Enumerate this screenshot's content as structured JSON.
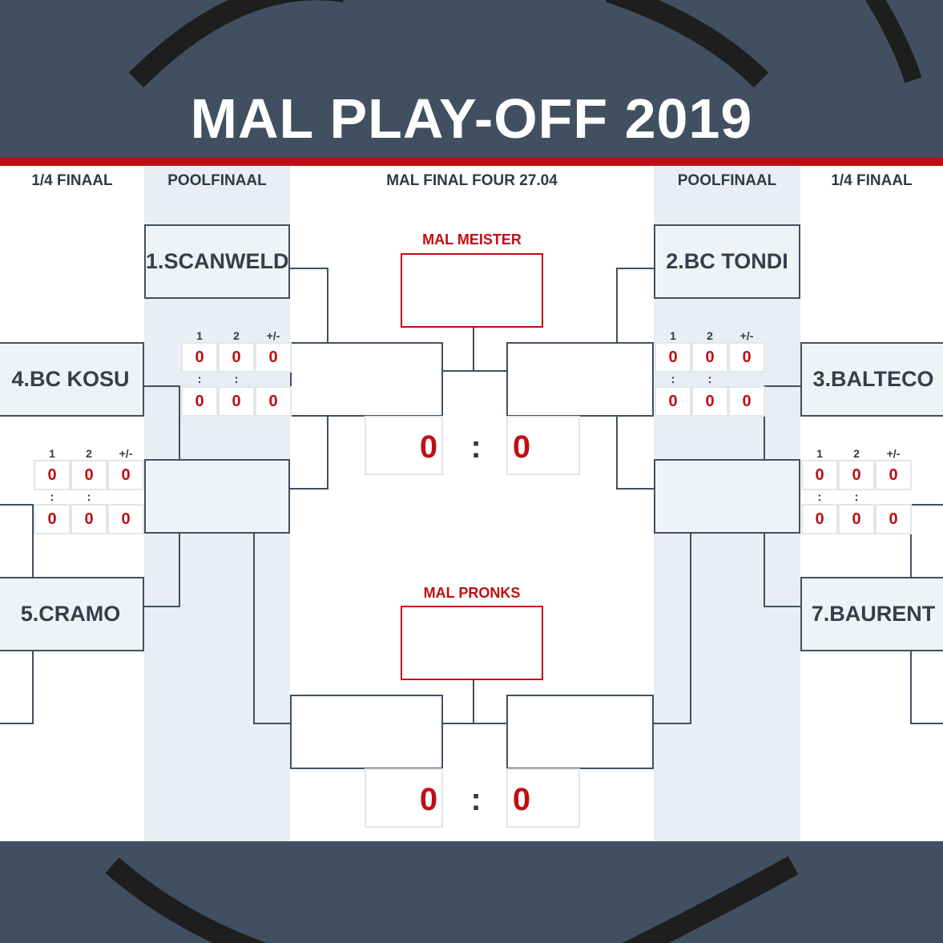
{
  "title": "MAL PLAY-OFF 2019",
  "columns": {
    "left_quarter": "1/4 FINAAL",
    "left_pool": "POOLFINAAL",
    "center": "MAL FINAL FOUR 27.04",
    "right_pool": "POOLFINAAL",
    "right_quarter": "1/4 FINAAL"
  },
  "teams": {
    "t1": "1.SCANWELD",
    "t2": "2.BC TONDI",
    "t3": "3.BALTECO",
    "t4": "4.BC KOSU",
    "t5": "5.CRAMO",
    "t7": "7.BAURENT"
  },
  "medals": {
    "gold": "MAL MEISTER",
    "bronze": "MAL PRONKS"
  },
  "score_headers": {
    "g1": "1",
    "g2": "2",
    "diff": "+/-",
    "sep": ":"
  },
  "scores": {
    "left_pool": {
      "top": [
        "0",
        "0",
        "0"
      ],
      "bottom": [
        "0",
        "0",
        "0"
      ]
    },
    "left_quarter": {
      "top": [
        "0",
        "0",
        "0"
      ],
      "bottom": [
        "0",
        "0",
        "0"
      ]
    },
    "right_pool": {
      "top": [
        "0",
        "0",
        "0"
      ],
      "bottom": [
        "0",
        "0",
        "0"
      ]
    },
    "right_quarter": {
      "top": [
        "0",
        "0",
        "0"
      ],
      "bottom": [
        "0",
        "0",
        "0"
      ]
    }
  },
  "final": {
    "left": "0",
    "sep": ":",
    "right": "0"
  },
  "bronze_game": {
    "left": "0",
    "sep": ":",
    "right": "0"
  },
  "colors": {
    "navy": "#415060",
    "red": "#c00d14",
    "light": "#e8eef3"
  }
}
